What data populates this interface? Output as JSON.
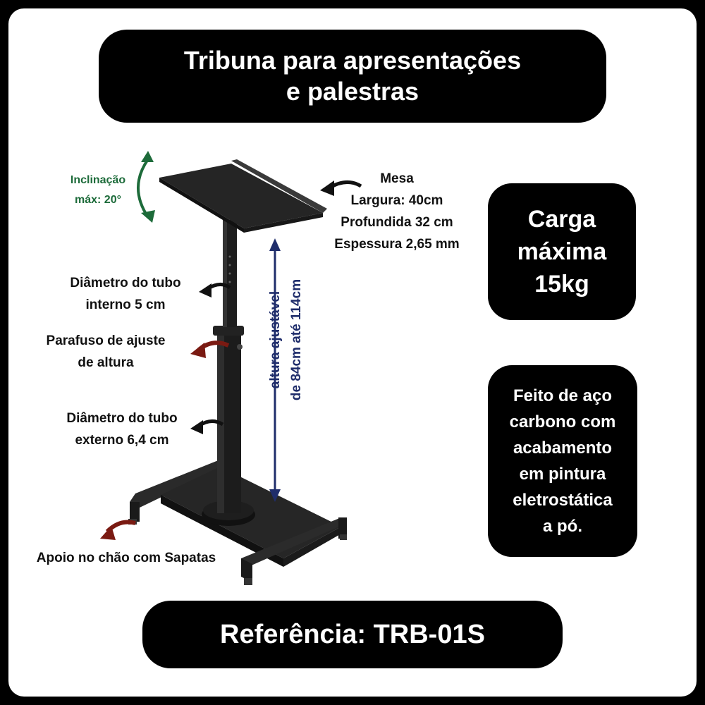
{
  "title": {
    "line1": "Tribuna para apresentações",
    "line2": "e palestras"
  },
  "carga": {
    "line1": "Carga",
    "line2": "máxima",
    "line3": "15kg"
  },
  "material": {
    "line1": "Feito de aço",
    "line2": "carbono com",
    "line3": "acabamento",
    "line4": "em pintura",
    "line5": "eletrostática",
    "line6": "a pó."
  },
  "reference": "Referência: TRB-01S",
  "callouts": {
    "inclinacao": {
      "line1": "Inclinação",
      "line2": "máx: 20°"
    },
    "mesa": {
      "line1": "Mesa",
      "line2": "Largura: 40cm",
      "line3": "Profundida 32 cm",
      "line4": "Espessura 2,65 mm"
    },
    "tubo_interno": {
      "line1": "Diâmetro do tubo",
      "line2": "interno 5 cm"
    },
    "parafuso": {
      "line1": "Parafuso de ajuste",
      "line2": "de altura"
    },
    "tubo_externo": {
      "line1": "Diâmetro do tubo",
      "line2": "externo  6,4 cm"
    },
    "apoio": "Apoio no chão com Sapatas",
    "altura": {
      "line1": "altura ajustável",
      "line2": "de 84cm até 114cm"
    }
  },
  "colors": {
    "green": "#1d6b3a",
    "navy": "#1f2d6b",
    "dark_red": "#7a1a12",
    "black": "#000000"
  }
}
